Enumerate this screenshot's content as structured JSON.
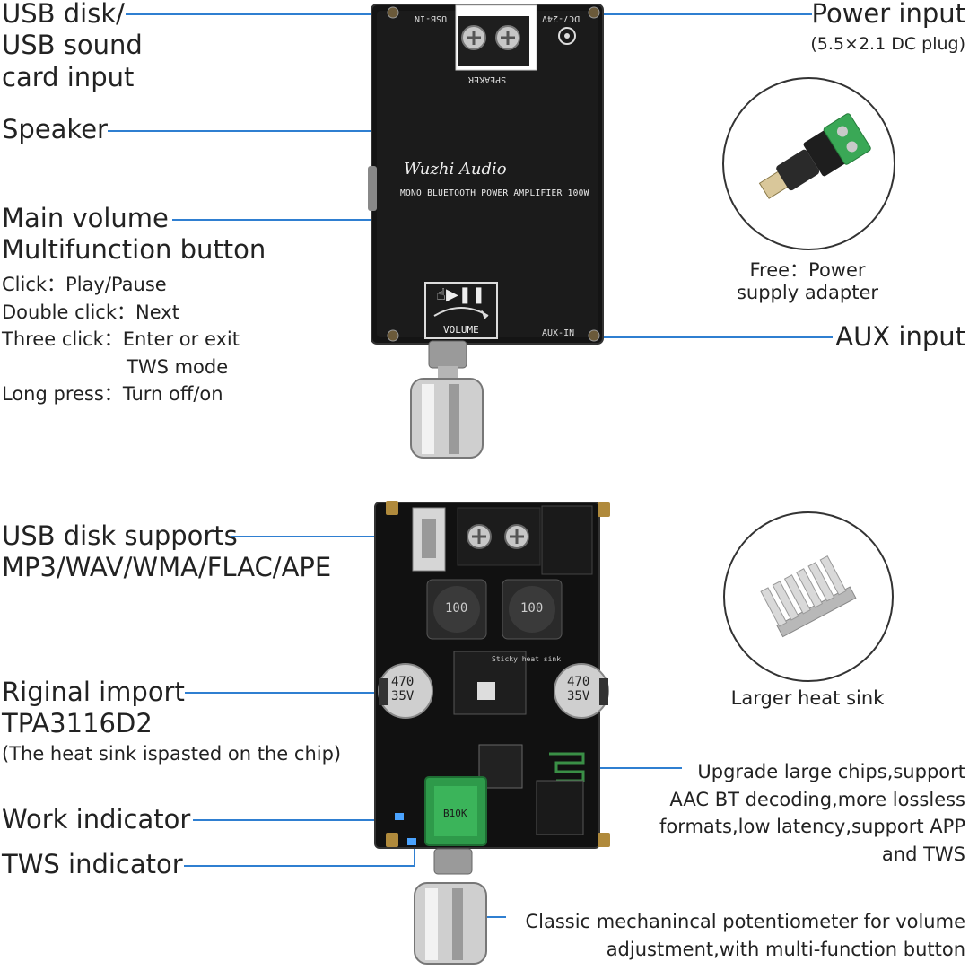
{
  "top": {
    "usb_input": [
      "USB disk/",
      "USB sound",
      "card input"
    ],
    "speaker": "Speaker",
    "power_input": "Power input",
    "power_plug": "(5.5×2.1 DC plug)",
    "main_volume": [
      "Main volume",
      "Multifunction button"
    ],
    "button_actions": [
      {
        "key": "Click：",
        "value": "Play/Pause"
      },
      {
        "key": "Double click：",
        "value": "Next"
      },
      {
        "key": "Three click：",
        "value": "Enter or exit"
      },
      {
        "key": "",
        "value": "TWS mode"
      },
      {
        "key": "Long press：",
        "value": "Turn off/on"
      }
    ],
    "adapter_caption": [
      "Free：Power",
      "supply adapter"
    ],
    "aux_input": "AUX input",
    "board": {
      "brand": "Wuzhi Audio",
      "model": "MONO BLUETOOTH POWER AMPLIFIER 100W",
      "usb_in": "USB-IN",
      "dc_in": "DC7-24V",
      "speaker_silk": "SPEAKER",
      "volume_silk": "VOLUME",
      "aux_in": "AUX-IN"
    }
  },
  "bottom": {
    "usb_formats": [
      "USB disk supports",
      "MP3/WAV/WMA/FLAC/APE"
    ],
    "heat_sink_caption": "Larger heat sink",
    "chip": [
      "Riginal import",
      "TPA3116D2",
      "(The heat sink ispasted on the chip)"
    ],
    "bt_chip": [
      "Upgrade large chips,support",
      "AAC BT decoding,more lossless",
      "formats,low latency,support APP",
      "and TWS"
    ],
    "work_indicator": "Work indicator",
    "tws_indicator": "TWS indicator",
    "potentiometer": [
      "Classic mechanincal potentiometer for volume",
      "adjustment,with multi-function button"
    ],
    "board": {
      "inductor_label": "100",
      "cap_label_1": "470",
      "cap_label_2": "35V",
      "pot_label": "B10K",
      "sink_note": "Sticky heat sink"
    }
  },
  "colors": {
    "callout_line": "#2f7fd1",
    "board": "#141414",
    "text": "#222222"
  }
}
